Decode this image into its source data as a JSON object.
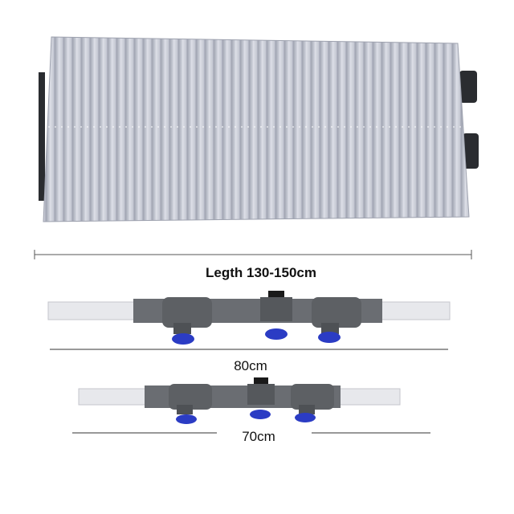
{
  "product": {
    "length_label": "Legth 130-150cm",
    "rail_long_label": "80cm",
    "rail_short_label": "70cm"
  },
  "colors": {
    "pleat_light": "#c9ccd6",
    "pleat_dark": "#8d91a0",
    "bracket": "#6a6d72",
    "suction_cup": "#2b3cc4"
  }
}
